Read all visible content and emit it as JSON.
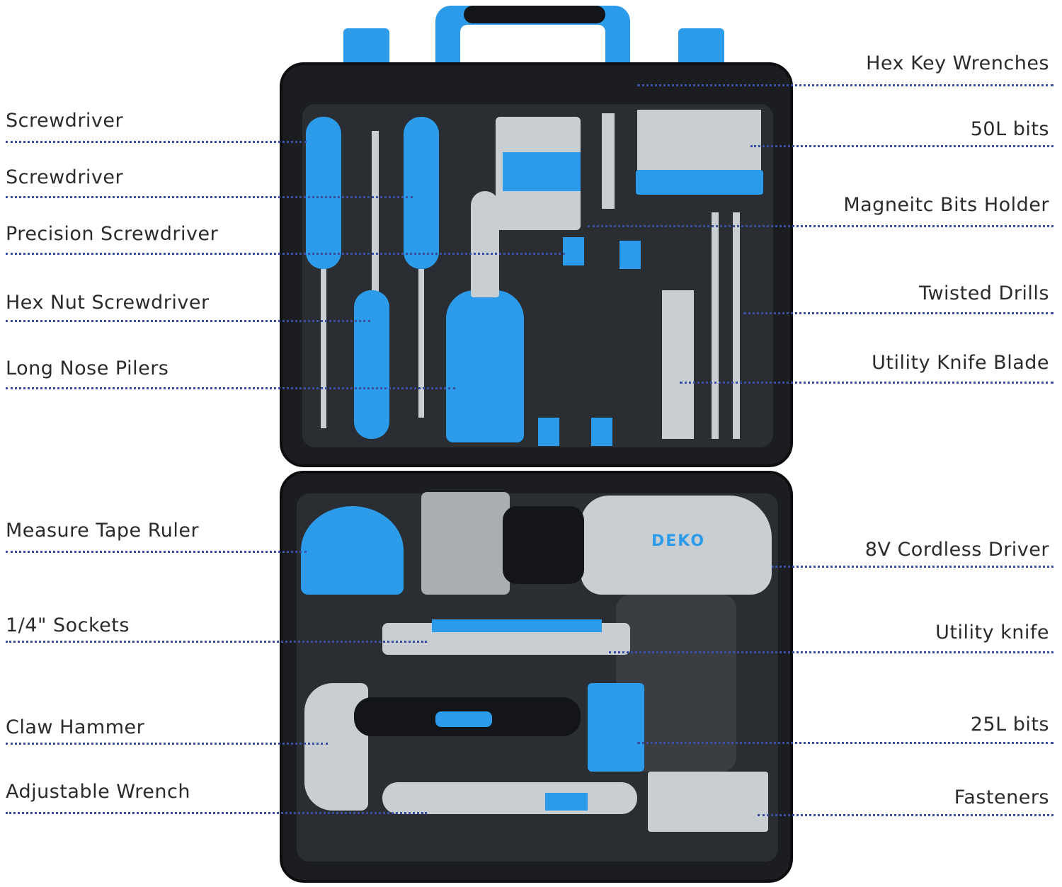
{
  "brand": "DEKO",
  "colors": {
    "accent": "#2b9bea",
    "case": "#1b1d20",
    "leader_line": "#3a4fa0",
    "text": "#2b2b2b"
  },
  "labels_left": [
    {
      "text": "Screwdriver"
    },
    {
      "text": "Screwdriver"
    },
    {
      "text": "Precision Screwdriver"
    },
    {
      "text": "Hex Nut Screwdriver"
    },
    {
      "text": "Long Nose Pilers"
    },
    {
      "text": "Measure Tape Ruler"
    },
    {
      "text": "1/4\" Sockets"
    },
    {
      "text": "Claw Hammer"
    },
    {
      "text": "Adjustable Wrench"
    }
  ],
  "labels_right": [
    {
      "text": "Hex Key Wrenches"
    },
    {
      "text": "50L bits"
    },
    {
      "text": "Magneitc Bits Holder"
    },
    {
      "text": "Twisted Drills"
    },
    {
      "text": "Utility Knife Blade"
    },
    {
      "text": "8V Cordless Driver"
    },
    {
      "text": "Utility knife"
    },
    {
      "text": "25L bits"
    },
    {
      "text": "Fasteners"
    }
  ]
}
